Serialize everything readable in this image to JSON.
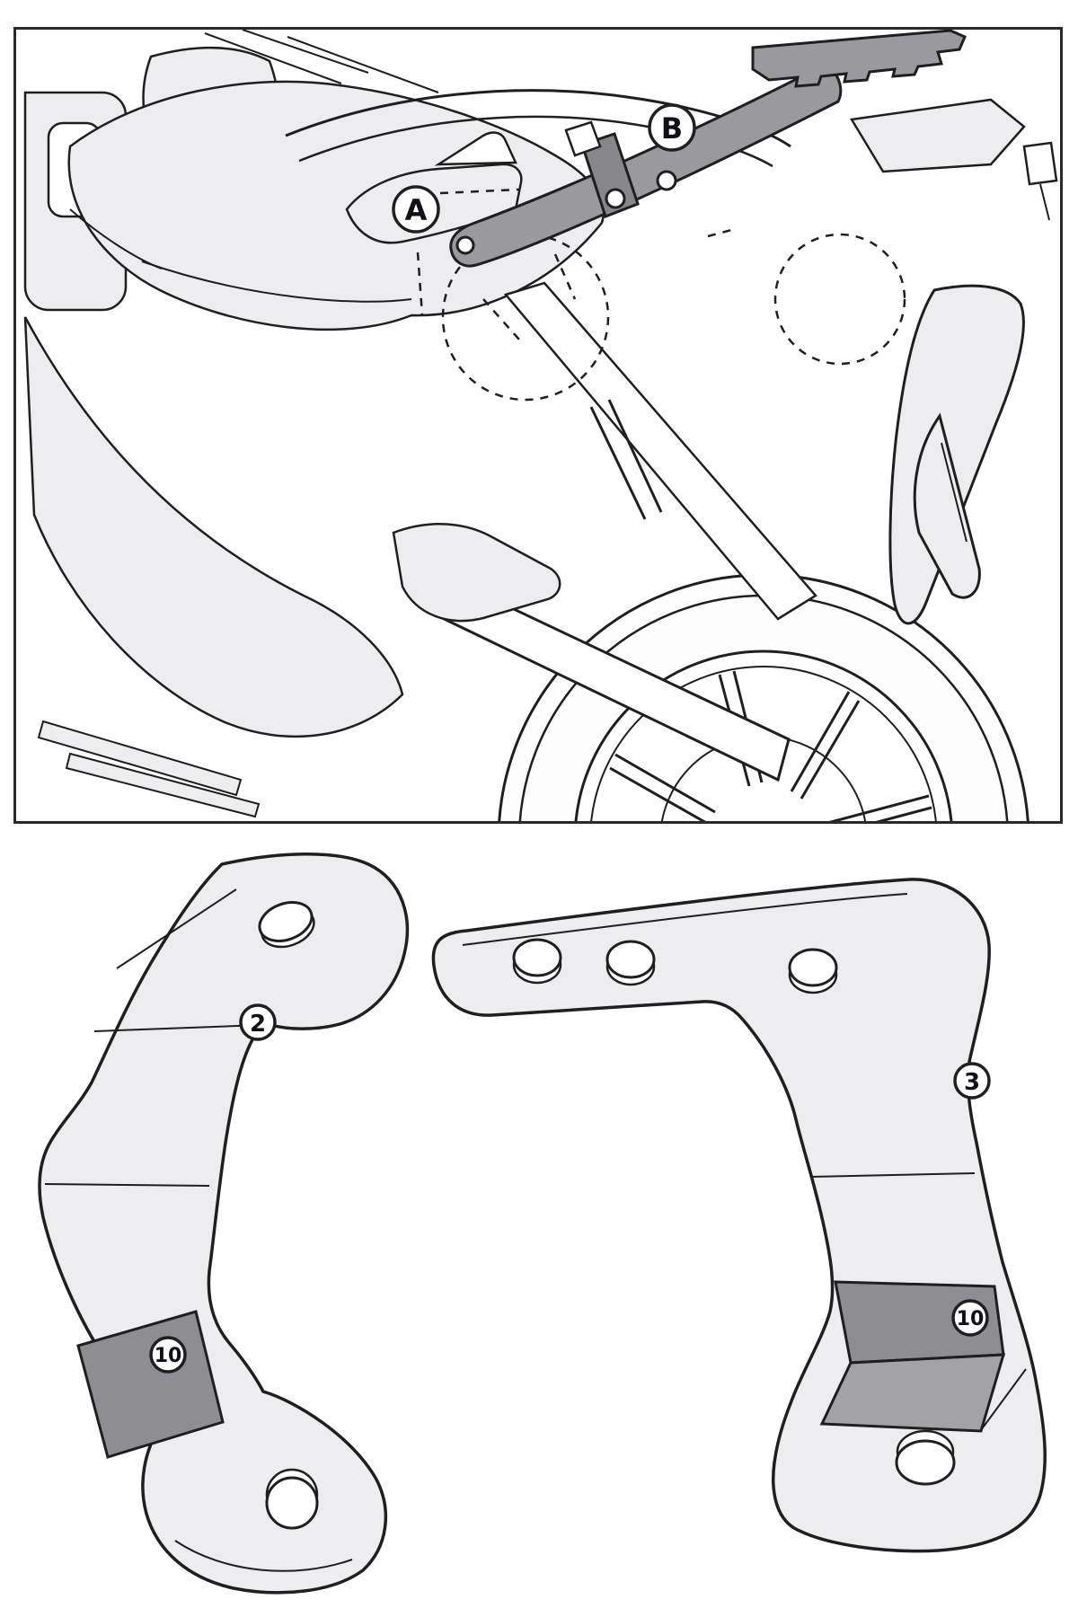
{
  "colors": {
    "line": "#1f1f1f",
    "panel_border": "#2a2a2a",
    "body_fill": "#ededef",
    "rack_fill": "#9a9a9e",
    "pad_fill": "#8e8e92",
    "pad_fill_light": "#a3a3a7",
    "badge_bg": "#ffffff",
    "badge_text": "#10101a"
  },
  "diagram": {
    "description": "motorcycle rear rack fitting illustration",
    "panel_callouts": {
      "a": "A",
      "b": "B"
    },
    "parts": {
      "left": {
        "number": "2",
        "pad": "10"
      },
      "right": {
        "number": "3",
        "pad": "10"
      }
    }
  }
}
